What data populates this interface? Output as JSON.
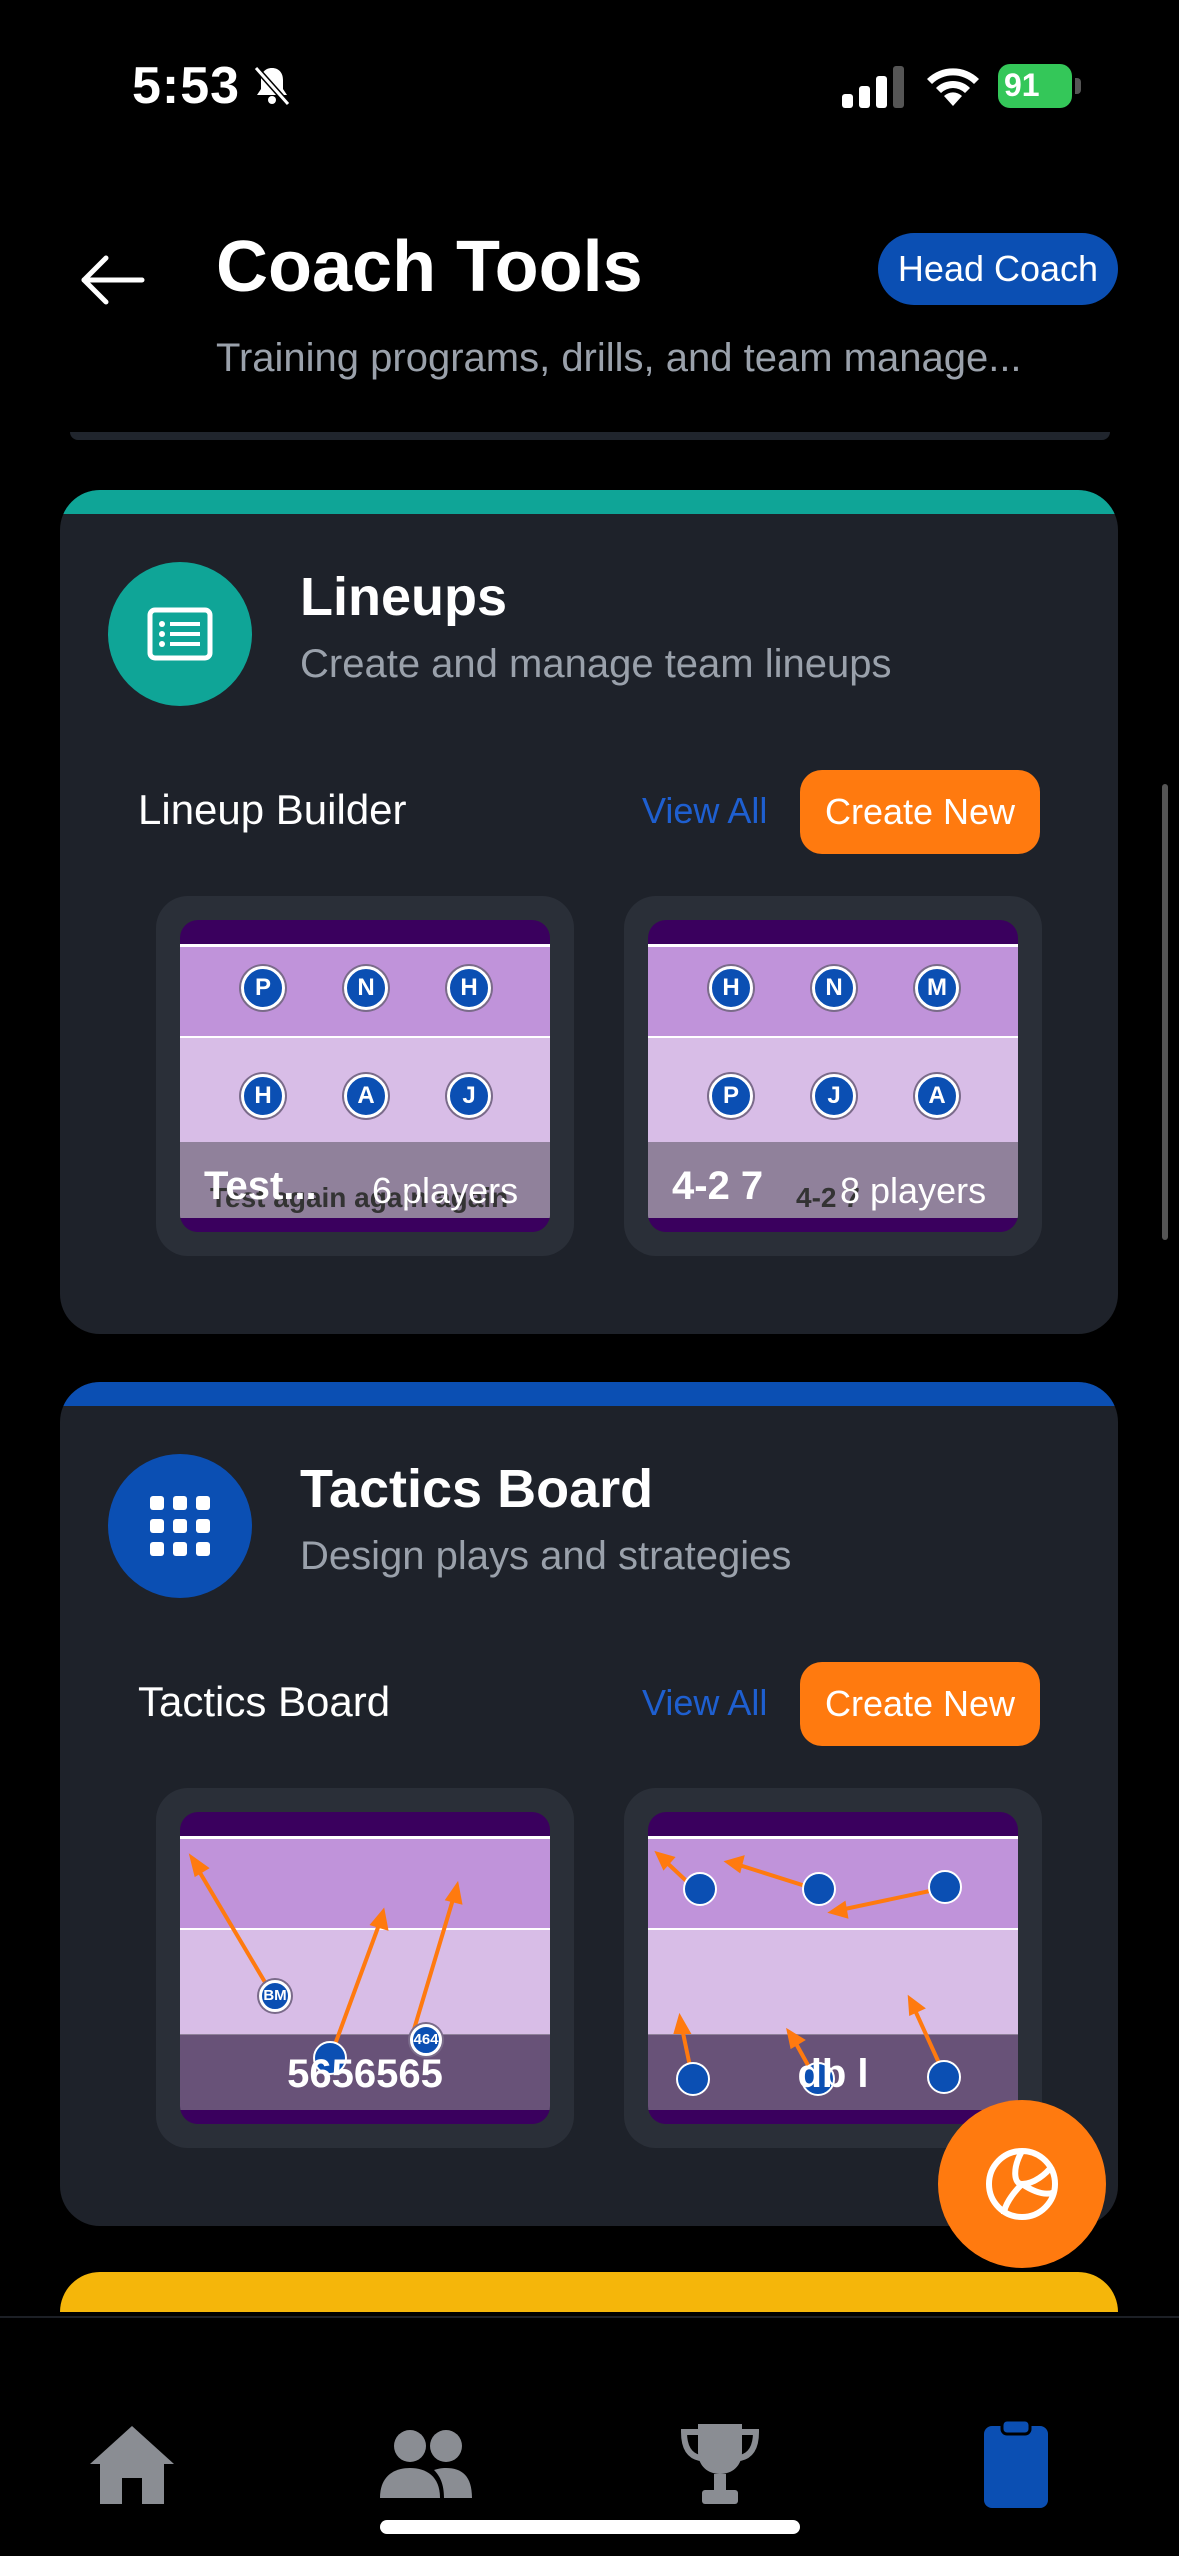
{
  "status_bar": {
    "time": "5:53",
    "battery": "91"
  },
  "header": {
    "title": "Coach Tools",
    "role_badge": "Head Coach",
    "subtitle": "Training programs, drills, and team manage..."
  },
  "lineups_card": {
    "accent_color": "#0fa597",
    "icon": "list-icon",
    "title": "Lineups",
    "description": "Create and manage team lineups",
    "section_label": "Lineup Builder",
    "view_all": "View All",
    "create_new": "Create New",
    "items": [
      {
        "name": "Test...",
        "ghost_text": "Test again again again",
        "count": "6 players",
        "front_row": [
          "P",
          "N",
          "H"
        ],
        "back_row": [
          "H",
          "A",
          "J"
        ]
      },
      {
        "name": "4-2 7",
        "ghost_text": "4-2 7",
        "count": "8 players",
        "front_row": [
          "H",
          "N",
          "M"
        ],
        "back_row": [
          "P",
          "J",
          "A"
        ]
      }
    ]
  },
  "tactics_card": {
    "accent_color": "#0b4fb3",
    "icon": "grid-icon",
    "title": "Tactics Board",
    "description": "Design plays and strategies",
    "section_label": "Tactics Board",
    "view_all": "View All",
    "create_new": "Create New",
    "items": [
      {
        "name": "5656565",
        "marker_labels": [
          "BM",
          "464"
        ]
      },
      {
        "name": "db l"
      }
    ]
  },
  "fab": {
    "icon": "volleyball-icon"
  },
  "tab_bar": {
    "tabs": [
      {
        "icon": "home-icon",
        "active": false
      },
      {
        "icon": "team-icon",
        "active": false
      },
      {
        "icon": "trophy-icon",
        "active": false
      },
      {
        "icon": "clipboard-icon",
        "active": true
      }
    ],
    "active_color": "#0b4fb3",
    "inactive_color": "#8a8d93"
  }
}
